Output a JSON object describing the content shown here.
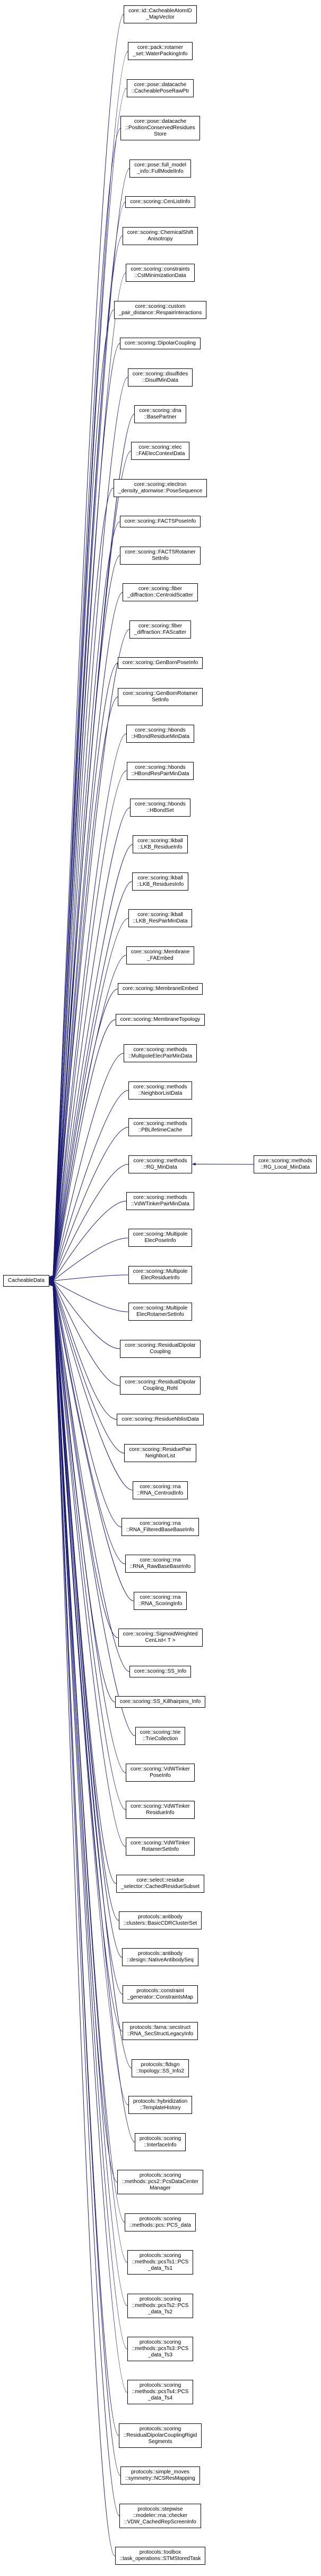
{
  "graph": {
    "edge_color": "#191970",
    "node_fill": "#ffffff",
    "node_border_color": "#000000",
    "root": {
      "label": "CacheableData"
    },
    "extra_node": {
      "label": "core::scoring::methods\n::RG_Local_MinData",
      "parent_index": 32
    },
    "nodes": [
      "core::id::CacheableAtomID\n_MapVector",
      "core::pack::rotamer\n_set::WaterPackingInfo",
      "core::pose::datacache\n::CacheablePoseRawPtr",
      "core::pose::datacache\n::PositionConservedResidues\nStore",
      "core::pose::full_model\n_info::FullModelInfo",
      "core::scoring::CenListInfo",
      "core::scoring::ChemicalShift\nAnisotropy",
      "core::scoring::constraints\n::CstMinimizationData",
      "core::scoring::custom\n_pair_distance::RespairInteractions",
      "core::scoring::DipolarCoupling",
      "core::scoring::disulfides\n::DisulfMinData",
      "core::scoring::dna\n::BasePartner",
      "core::scoring::elec\n::FAElecContextData",
      "core::scoring::electron\n_density_atomwise::PoseSequence",
      "core::scoring::FACTSPoseInfo",
      "core::scoring::FACTSRotamer\nSetInfo",
      "core::scoring::fiber\n_diffraction::CentroidScatter",
      "core::scoring::fiber\n_diffraction::FAScatter",
      "core::scoring::GenBornPoseInfo",
      "core::scoring::GenBornRotamer\nSetInfo",
      "core::scoring::hbonds\n::HBondResidueMinData",
      "core::scoring::hbonds\n::HBondResPairMinData",
      "core::scoring::hbonds\n::HBondSet",
      "core::scoring::lkball\n::LKB_ResidueInfo",
      "core::scoring::lkball\n::LKB_ResiduesInfo",
      "core::scoring::lkball\n::LKB_ResPairMinData",
      "core::scoring::Membrane\n_FAEmbed",
      "core::scoring::MembraneEmbed",
      "core::scoring::MembraneTopology",
      "core::scoring::methods\n::MultipoleElecPairMinData",
      "core::scoring::methods\n::NeighborListData",
      "core::scoring::methods\n::PBLifetimeCache",
      "core::scoring::methods\n::RG_MinData",
      "core::scoring::methods\n::VdWTinkerPairMinData",
      "core::scoring::Multipole\nElecPoseInfo",
      "core::scoring::Multipole\nElecResidueInfo",
      "core::scoring::Multipole\nElecRotamerSetInfo",
      "core::scoring::ResidualDipolar\nCoupling",
      "core::scoring::ResidualDipolar\nCoupling_Rohl",
      "core::scoring::ResidueNblistData",
      "core::scoring::ResiduePair\nNeighborList",
      "core::scoring::rna\n::RNA_CentroidInfo",
      "core::scoring::rna\n::RNA_FilteredBaseBaseInfo",
      "core::scoring::rna\n::RNA_RawBaseBaseInfo",
      "core::scoring::rna\n::RNA_ScoringInfo",
      "core::scoring::SigmoidWeighted\nCenList< T >",
      "core::scoring::SS_Info",
      "core::scoring::SS_Killhairpins_Info",
      "core::scoring::trie\n::TrieCollection",
      "core::scoring::VdWTinker\nPoseInfo",
      "core::scoring::VdWTinker\nResidueInfo",
      "core::scoring::VdWTinker\nRotamerSetInfo",
      "core::select::residue\n_selector::CachedResidueSubset",
      "protocols::antibody\n::clusters::BasicCDRClusterSet",
      "protocols::antibody\n::design::NativeAntibodySeq",
      "protocols::constraint\n_generator::ConstraintsMap",
      "protocols::farna::secstruct\n::RNA_SecStructLegacyInfo",
      "protocols::fldsgn\n::topology::SS_Info2",
      "protocols::hybridization\n::TemplateHistory",
      "protocols::scoring\n::InterfaceInfo",
      "protocols::scoring\n::methods::pcs2::PcsDataCenter\nManager",
      "protocols::scoring\n::methods::pcs::PCS_data",
      "protocols::scoring\n::methods::pcsTs1::PCS\n_data_Ts1",
      "protocols::scoring\n::methods::pcsTs2::PCS\n_data_Ts2",
      "protocols::scoring\n::methods::pcsTs3::PCS\n_data_Ts3",
      "protocols::scoring\n::methods::pcsTs4::PCS\n_data_Ts4",
      "protocols::scoring\n::ResidualDipolarCouplingRigid\nSegments",
      "protocols::simple_moves\n::symmetry::NCSResMapping",
      "protocols::stepwise\n::modeler::rna::checker\n::VDW_CachedRepScreenInfo",
      "protocols::toolbox\n::task_operations::STMStoredTask"
    ]
  }
}
